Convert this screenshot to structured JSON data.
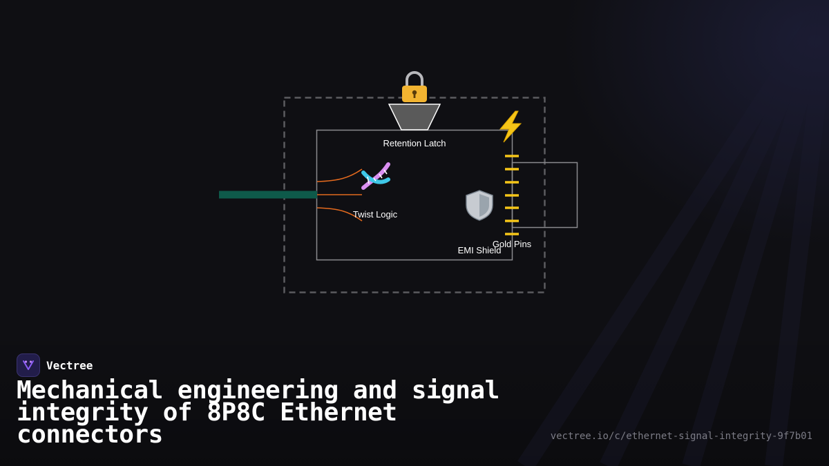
{
  "brand": {
    "name": "Vectree",
    "logo_color": "#8b5cf6"
  },
  "headline": "Mechanical engineering and signal integrity of 8P8C Ethernet connectors",
  "url": "vectree.io/c/ethernet-signal-integrity-9f7b01",
  "diagram": {
    "labels": {
      "latch": "Retention Latch",
      "twist": "Twist Logic",
      "shield": "EMI Shield",
      "pins": "Gold Pins"
    },
    "icons": {
      "lock": "🔒",
      "bolt": "⚡",
      "dna": "🧬",
      "shield": "🛡️"
    },
    "colors": {
      "cable": "#0e5a4a",
      "twisted_wires": "#e46a1e",
      "pins": "#f5c518",
      "outline": "#8a8a8e",
      "dashed_border": "#5c5c60",
      "latch_fill": "#5a5a5a"
    }
  }
}
